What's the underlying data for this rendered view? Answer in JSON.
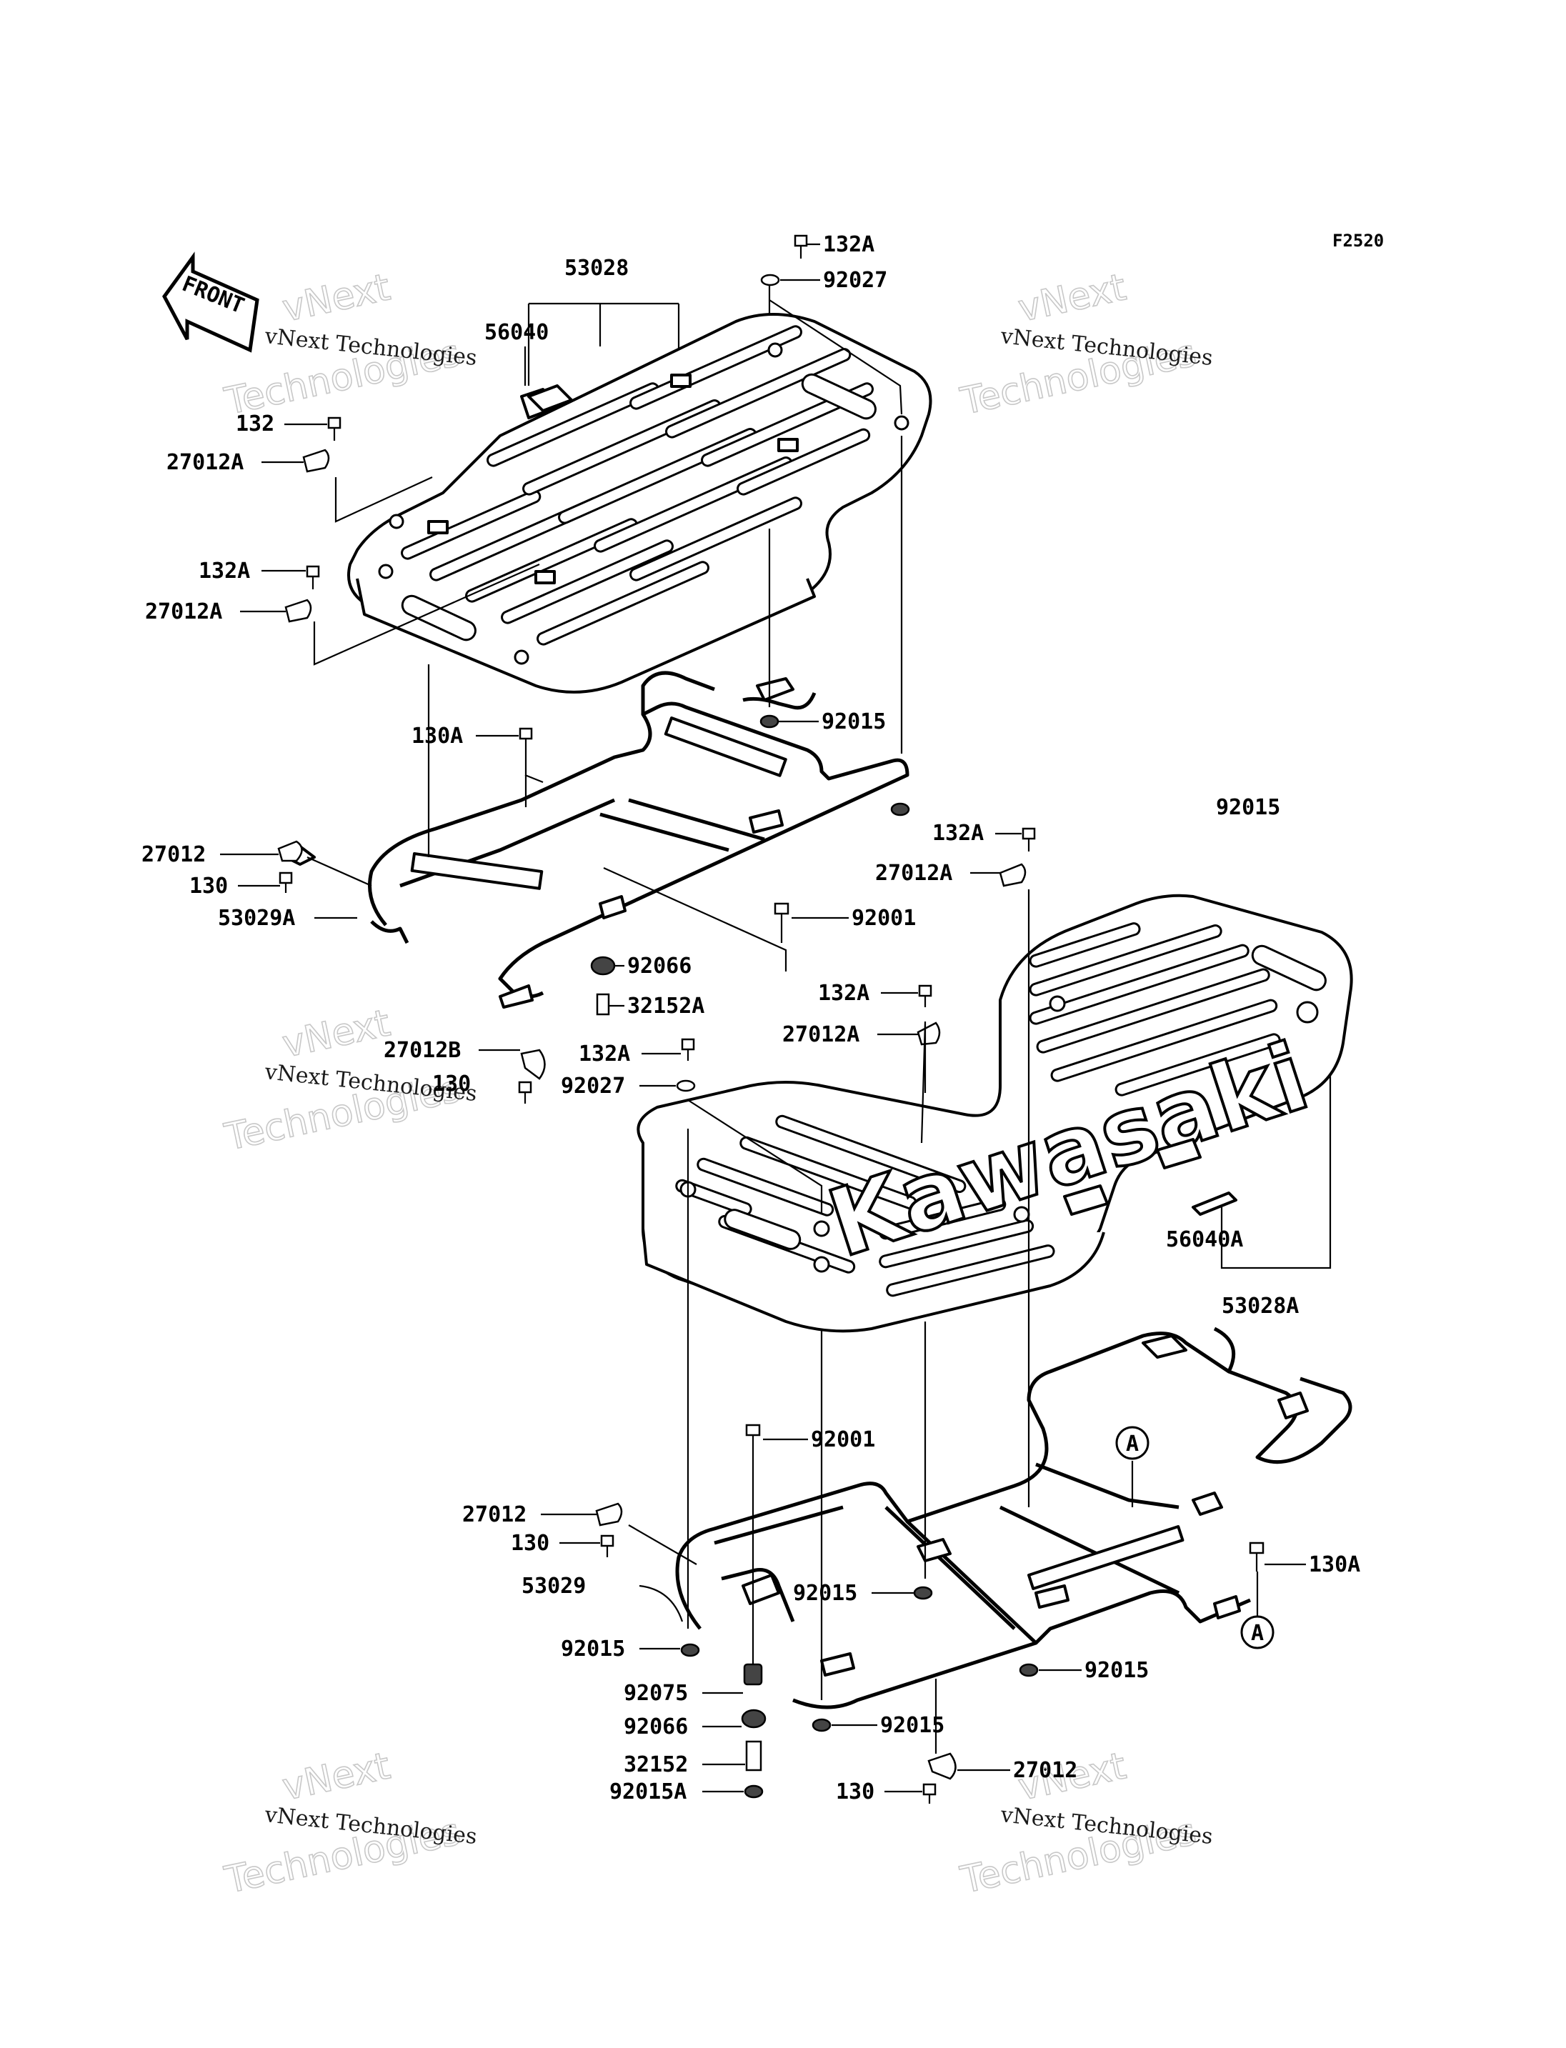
{
  "diagram_code": "F2520",
  "front_marker": "FRONT",
  "brand_on_carrier": "Kawasaki",
  "watermark": {
    "company": "vNext Technologies",
    "overlay_words": [
      "vNext",
      "Technologies"
    ]
  },
  "reference_mark": "A",
  "labels": {
    "l_53028": "53028",
    "l_56040": "56040",
    "l_132": "132",
    "l_27012A_1": "27012A",
    "l_132A_1": "132A",
    "l_27012A_2": "27012A",
    "l_130A_1": "130A",
    "l_27012_1": "27012",
    "l_130_1": "130",
    "l_53029A": "53029A",
    "l_132A_top": "132A",
    "l_92027_top": "92027",
    "l_92015_1": "92015",
    "l_92015_2": "92015",
    "l_132A_2": "132A",
    "l_27012A_3": "27012A",
    "l_92001_1": "92001",
    "l_92066_1": "92066",
    "l_32152A": "32152A",
    "l_132A_3": "132A",
    "l_27012A_4": "27012A",
    "l_27012B": "27012B",
    "l_130_2": "130",
    "l_132A_4": "132A",
    "l_92027_2": "92027",
    "l_56040A": "56040A",
    "l_53028A": "53028A",
    "l_92001_2": "92001",
    "l_27012_2": "27012",
    "l_130_3": "130",
    "l_53029": "53029",
    "l_92015_3": "92015",
    "l_92015_4": "92015",
    "l_130A_2": "130A",
    "l_92015_5": "92015",
    "l_92075": "92075",
    "l_92066_2": "92066",
    "l_92015_6": "92015",
    "l_32152": "32152",
    "l_27012_3": "27012",
    "l_92015A": "92015A",
    "l_130_4": "130"
  }
}
